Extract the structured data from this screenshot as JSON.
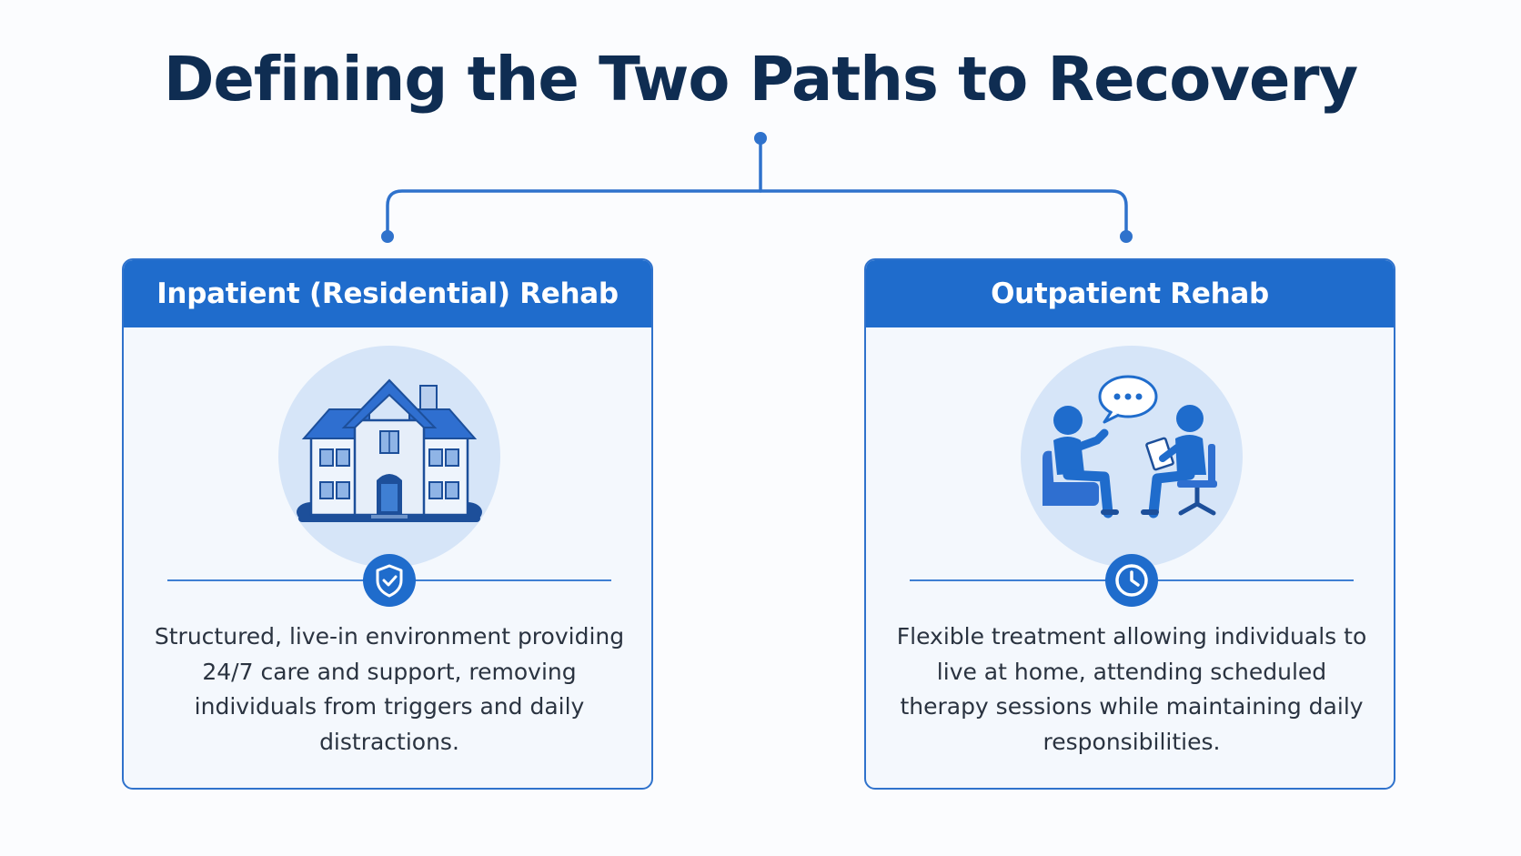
{
  "title": "Defining the Two Paths to Recovery",
  "colors": {
    "title": "#0f2d52",
    "accent": "#1f6ccc",
    "card_border": "#2f72cc",
    "card_background": "#f4f8fd",
    "illustration_circle": "#d6e5f8"
  },
  "paths": [
    {
      "heading": "Inpatient (Residential) Rehab",
      "illustration": "house-icon",
      "badge_icon": "shield-check-icon",
      "description": "Structured, live-in environment providing 24/7 care and support, removing individuals from triggers and daily distractions."
    },
    {
      "heading": "Outpatient Rehab",
      "illustration": "counseling-session-icon",
      "badge_icon": "clock-icon",
      "description": "Flexible treatment allowing individuals to live at home, attending scheduled therapy sessions while maintaining daily responsibilities."
    }
  ]
}
